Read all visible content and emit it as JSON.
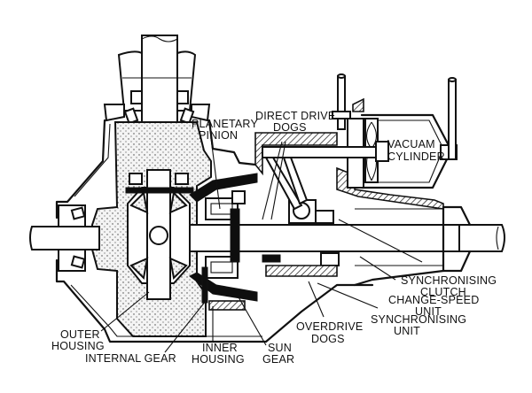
{
  "diagram": {
    "subject": "Overdrive unit cutaway",
    "labels": {
      "planetary_pinion": [
        "PLANETARY",
        "PINION"
      ],
      "direct_drive_dogs": [
        "DIRECT DRIVE",
        "DOGS"
      ],
      "vacuum_cylinder": [
        "VACUAM",
        "CYLINDER"
      ],
      "synchronising_clutch": [
        "SYNCHRONISING",
        "CLUTCH"
      ],
      "change_speed_unit": [
        "CHANGE-SPEED",
        "UNIT"
      ],
      "synchronising_unit": [
        "SYNCHRONISING",
        "UNIT"
      ],
      "overdrive_dogs": [
        "OVERDRIVE",
        "DOGS"
      ],
      "outer_housing": [
        "OUTER",
        "HOUSING"
      ],
      "internal_gear": [
        "INTERNAL GEAR"
      ],
      "inner_housing": [
        "INNER",
        "HOUSING"
      ],
      "sun_gear": [
        "SUN",
        "GEAR"
      ]
    }
  }
}
